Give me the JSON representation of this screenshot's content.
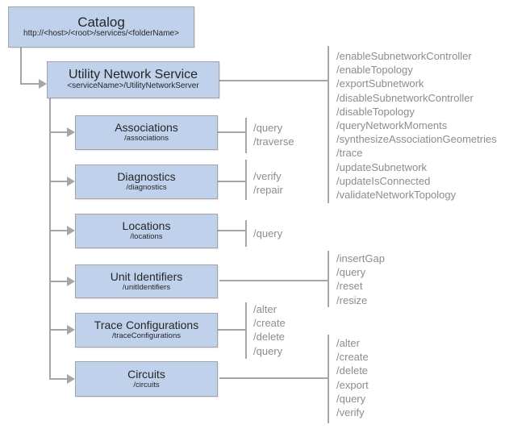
{
  "colors": {
    "box_fill": "#c0d2eb",
    "box_border": "#a3a3a3",
    "connector_line": "#a6a6a6",
    "title_text": "#262626",
    "operation_text": "#8c8c8c"
  },
  "catalog": {
    "title": "Catalog",
    "subtitle": "http://<host>/<root>/services/<folderName>"
  },
  "service": {
    "title": "Utility Network Service",
    "subtitle": "<serviceName>/UtilityNetworkServer"
  },
  "service_operations": [
    "/enableSubnetworkController",
    "/enableTopology",
    "/exportSubnetwork",
    "/disableSubnetworkController",
    "/disableTopology",
    "/queryNetworkMoments",
    "/synthesizeAssociationGeometries",
    "/trace",
    "/updateSubnetwork",
    "/updateIsConnected",
    "/validateNetworkTopology"
  ],
  "children": [
    {
      "title": "Associations",
      "subtitle": "/associations",
      "operations": [
        "/query",
        "/traverse"
      ]
    },
    {
      "title": "Diagnostics",
      "subtitle": "/diagnostics",
      "operations": [
        "/verify",
        "/repair"
      ]
    },
    {
      "title": "Locations",
      "subtitle": "/locations",
      "operations": [
        "/query"
      ]
    },
    {
      "title": "Unit Identifiers",
      "subtitle": "/unitIdentifiers",
      "operations": [
        "/insertGap",
        "/query",
        "/reset",
        "/resize"
      ]
    },
    {
      "title": "Trace Configurations",
      "subtitle": "/traceConfigurations",
      "operations": [
        "/alter",
        "/create",
        "/delete",
        "/query"
      ]
    },
    {
      "title": "Circuits",
      "subtitle": "/circuits",
      "operations": [
        "/alter",
        "/create",
        "/delete",
        "/export",
        "/query",
        "/verify"
      ]
    }
  ]
}
